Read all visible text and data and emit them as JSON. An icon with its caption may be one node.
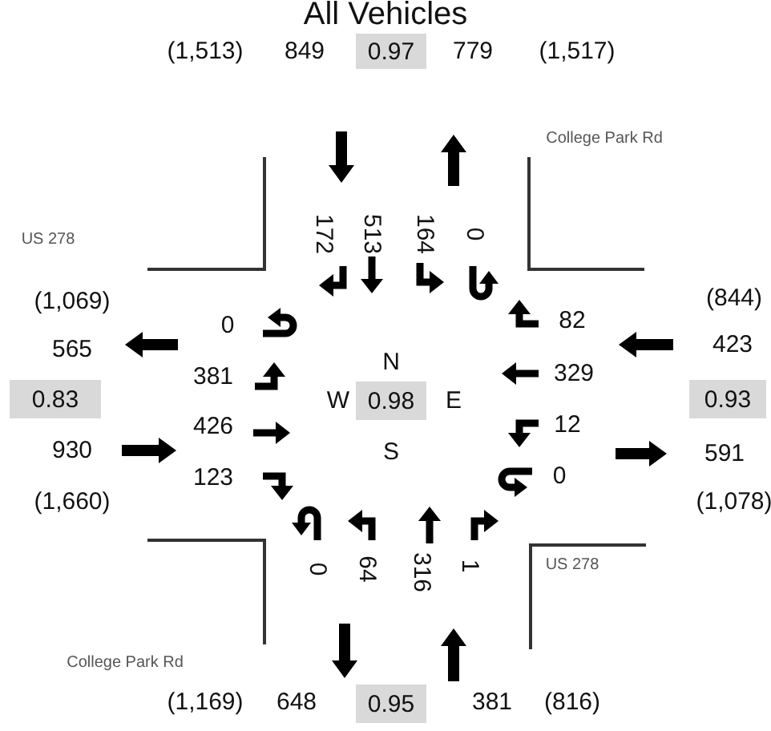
{
  "diagram": {
    "title": "All Vehicles",
    "nodes": [
      {
        "text": [
          "0.97"
        ]
      },
      {
        "text": [
          "0.83"
        ]
      },
      {
        "text": [
          "0.98"
        ],
        "beside": [
          "N",
          "W",
          "E",
          "S"
        ]
      },
      {
        "text": [
          "0.93"
        ]
      },
      {
        "text": [
          "0.95"
        ]
      }
    ],
    "labels": [
      "(1,513)",
      "849",
      "779",
      "(1,517)",
      "College Park Rd",
      "US 278",
      "172",
      "513",
      "164",
      "0",
      "(1,069)",
      "0",
      "82",
      "(844)",
      "565",
      "423",
      "381",
      "329",
      "426",
      "12",
      "930",
      "591",
      "123",
      "0",
      "(1,660)",
      "(1,078)",
      "0",
      "64",
      "316",
      "1",
      "US 278",
      "College Park Rd",
      "(1,169)",
      "648",
      "381",
      "(816)"
    ]
  }
}
